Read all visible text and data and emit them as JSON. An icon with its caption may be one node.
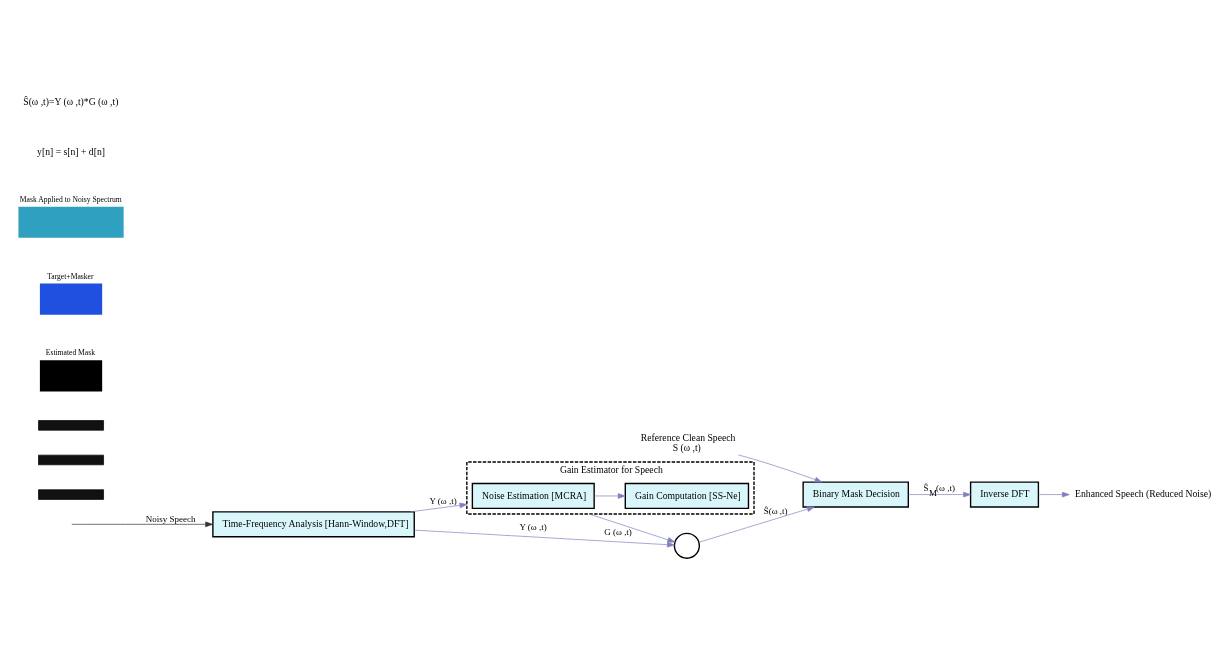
{
  "diagram": {
    "nodes": [
      {
        "text": [
          "Time-Frequency Analysis [Hann-Window,DFT]"
        ]
      },
      {
        "text": [
          "Gain Estimator for Speech"
        ]
      },
      {
        "text": [
          "Noise Estimation [MCRA]"
        ],
        "in": 1
      },
      {
        "text": [
          "Gain Computation [SS-Ne]"
        ],
        "in": 1
      },
      {
        "text": [],
        "shape": "circle"
      },
      {
        "text": [
          "Binary Mask Decision"
        ]
      },
      {
        "text": [
          "Inverse DFT"
        ]
      },
      {
        "text": [
          "Enhanced Speech (Reduced Noise)"
        ]
      },
      {
        "text": [
          "Reference Clean Speech",
          "S (ω ,t)"
        ]
      },
      {
        "text": [],
        "shape": "bar"
      },
      {
        "text": [],
        "shape": "bar"
      },
      {
        "text": [],
        "shape": "bar"
      },
      {
        "text": [
          "Estimated Mask"
        ]
      },
      {
        "text": [
          "Target+Masker"
        ]
      },
      {
        "text": [
          "Mask Applied to Noisy Spectrum"
        ]
      }
    ],
    "edges": [
      {
        "from": null,
        "to": 0,
        "arrow": "to",
        "label": "Noisy Speech",
        "color": "#333333"
      },
      {
        "from": 0,
        "to": 1,
        "arrow": "to",
        "label": "Y (ω ,t)"
      },
      {
        "from": 2,
        "to": 3,
        "arrow": "to"
      },
      {
        "from": 0,
        "to": 4,
        "arrow": "to",
        "label": "Y (ω ,t)"
      },
      {
        "from": 1,
        "to": 4,
        "arrow": "to",
        "label": "G (ω ,t)"
      },
      {
        "from": 4,
        "to": 5,
        "arrow": "to",
        "label": "Ŝ(ω ,t)"
      },
      {
        "from": 8,
        "to": 5,
        "arrow": "to"
      },
      {
        "from": 5,
        "to": 6,
        "arrow": "to",
        "label": "Ŝ$_{M}$(ω ,t)"
      },
      {
        "from": 6,
        "to": 7,
        "arrow": "to"
      }
    ],
    "labels": [
      "y[n] = s[n] + d[n]",
      "Ŝ(ω ,t)=Y (ω ,t)*G (ω ,t)"
    ]
  }
}
